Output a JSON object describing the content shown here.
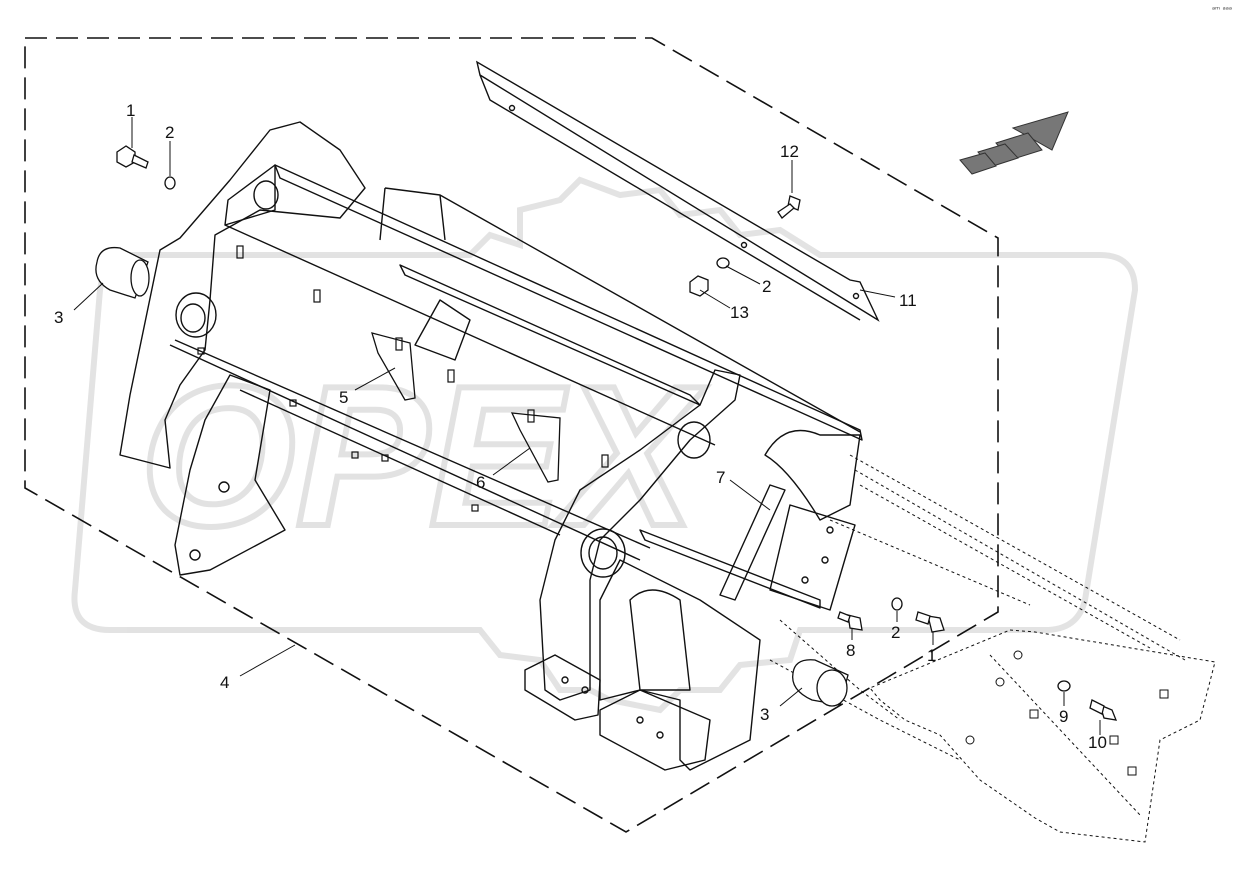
{
  "diagram": {
    "corner_mark": "ᵃᵐ ᵃᵃᵃ",
    "watermark": "OPEX",
    "colors": {
      "line": "#111111",
      "watermark": "#cccccc",
      "arrow_fill": "#777777",
      "background": "#ffffff"
    },
    "callouts": [
      {
        "id": "c1a",
        "label": "1"
      },
      {
        "id": "c2a",
        "label": "2"
      },
      {
        "id": "c3a",
        "label": "3"
      },
      {
        "id": "c4",
        "label": "4"
      },
      {
        "id": "c5",
        "label": "5"
      },
      {
        "id": "c6",
        "label": "6"
      },
      {
        "id": "c7",
        "label": "7"
      },
      {
        "id": "c8",
        "label": "8"
      },
      {
        "id": "c2b",
        "label": "2"
      },
      {
        "id": "c1b",
        "label": "1"
      },
      {
        "id": "c3b",
        "label": "3"
      },
      {
        "id": "c9",
        "label": "9"
      },
      {
        "id": "c10",
        "label": "10"
      },
      {
        "id": "c11",
        "label": "11"
      },
      {
        "id": "c12",
        "label": "12"
      },
      {
        "id": "c2c",
        "label": "2"
      },
      {
        "id": "c13",
        "label": "13"
      }
    ]
  }
}
